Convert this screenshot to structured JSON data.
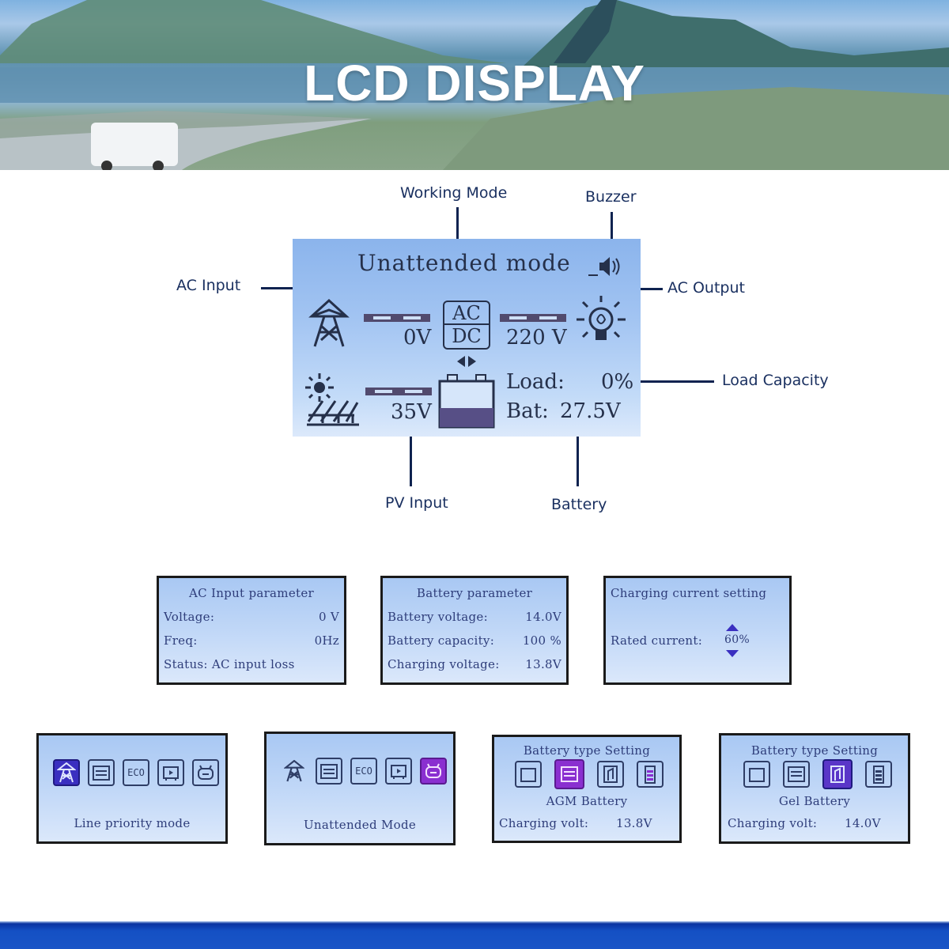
{
  "banner": {
    "title": "LCD DISPLAY"
  },
  "callouts": {
    "working_mode": "Working Mode",
    "buzzer": "Buzzer",
    "ac_input": "AC Input",
    "ac_output": "AC Output",
    "load_capacity": "Load Capacity",
    "pv_input": "PV Input",
    "battery": "Battery"
  },
  "main_lcd": {
    "mode_text": "Unattended mode",
    "buzzer_icon": "speaker-icon",
    "ac_input_voltage": "0V",
    "ac_label": "AC",
    "dc_label": "DC",
    "ac_output_voltage": "220 V",
    "pv_input_voltage": "35V",
    "load_label": "Load:",
    "load_value": "0%",
    "battery_label": "Bat:",
    "battery_value": "27.5V",
    "icons": [
      "power-tower-icon",
      "bulb-icon",
      "sun-icon",
      "solar-panel-icon",
      "battery-icon",
      "bidirectional-arrow-icon"
    ]
  },
  "screens": {
    "ac_input_param": {
      "title": "AC Input parameter",
      "rows": [
        {
          "label": "Voltage:",
          "value": "0 V"
        },
        {
          "label": "Freq:",
          "value": "0Hz"
        },
        {
          "label": "Status: AC input loss",
          "value": ""
        }
      ]
    },
    "battery_param": {
      "title": "Battery parameter",
      "rows": [
        {
          "label": "Battery voltage:",
          "value": "14.0V"
        },
        {
          "label": "Battery capacity:",
          "value": "100 %"
        },
        {
          "label": "Charging voltage:",
          "value": "13.8V"
        }
      ]
    },
    "charging_current": {
      "title": "Charging current setting",
      "label": "Rated current:",
      "value": "60%"
    },
    "line_priority": {
      "caption": "Line priority mode",
      "icons": [
        "power-tower-icon",
        "battery-icon",
        "eco-icon",
        "generator-icon",
        "robot-icon"
      ],
      "selected_index": 0
    },
    "unattended": {
      "caption": "Unattended Mode",
      "icons": [
        "power-tower-icon",
        "battery-icon",
        "eco-icon",
        "generator-icon",
        "robot-icon"
      ],
      "selected_index": 4
    },
    "agm": {
      "title": "Battery type Setting",
      "type_name": "AGM Battery",
      "volt_label": "Charging volt:",
      "volt_value": "13.8V",
      "icons": [
        "flooded-battery-icon",
        "agm-battery-icon",
        "gel-battery-icon",
        "lithium-battery-icon"
      ],
      "selected_index": 1
    },
    "gel": {
      "title": "Battery type Setting",
      "type_name": "Gel Battery",
      "volt_label": "Charging volt:",
      "volt_value": "14.0V",
      "icons": [
        "flooded-battery-icon",
        "agm-battery-icon",
        "gel-battery-icon",
        "lithium-battery-icon"
      ],
      "selected_index": 2
    },
    "eco_label": "ECO"
  },
  "colors": {
    "lcd_blue": "#a2c4f2",
    "text_dark": "#25304a",
    "select_blue": "#3a2fc0",
    "select_purple": "#8a2fd0",
    "footer_blue": "#1a55c6"
  }
}
